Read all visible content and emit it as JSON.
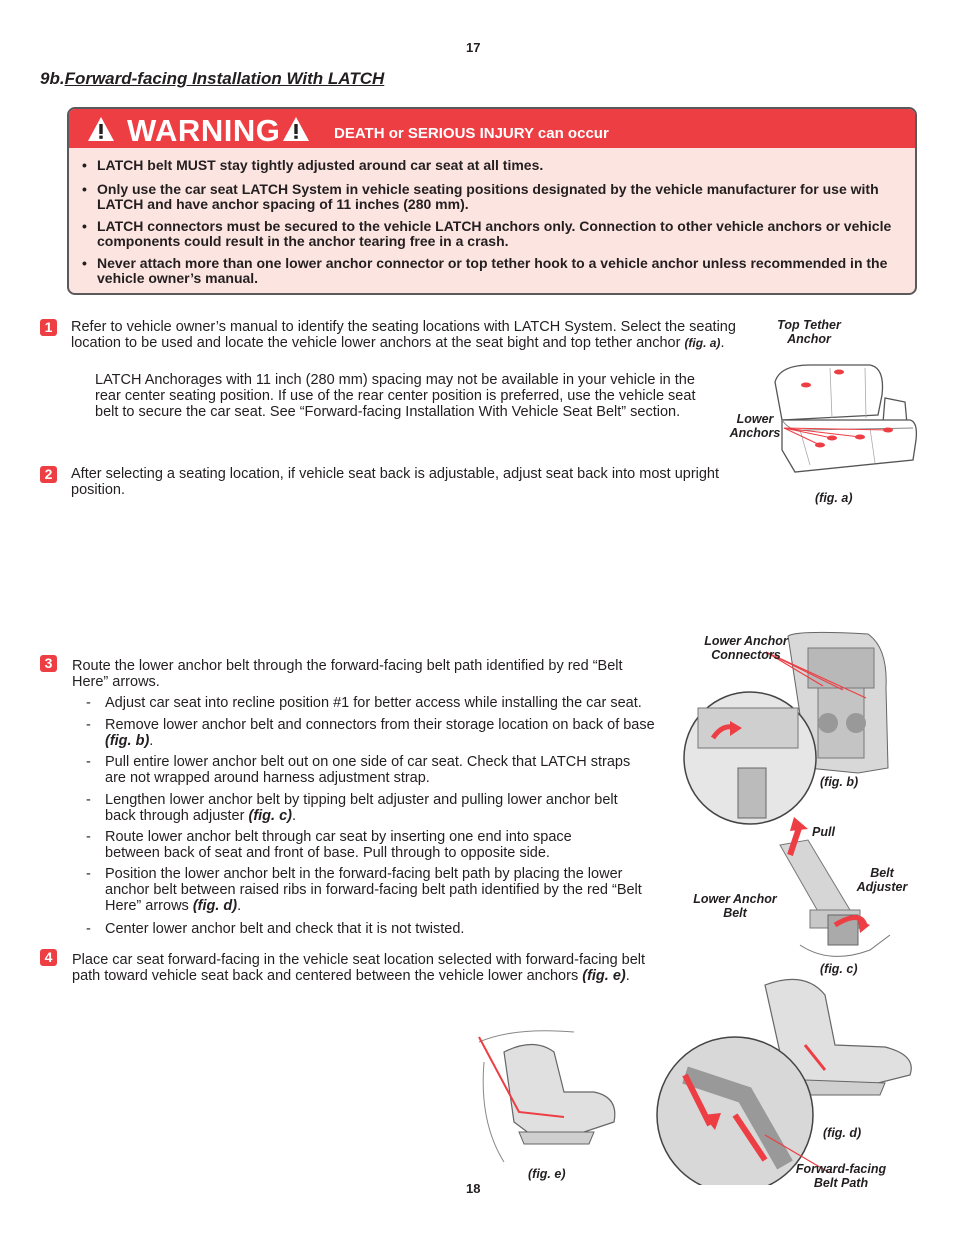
{
  "page_top_number": "17",
  "page_bottom_number": "18",
  "section": {
    "prefix": "9b.",
    "title": "Forward-facing Installation With LATCH"
  },
  "warning": {
    "word": "WARNING",
    "subtitle": "DEATH or SERIOUS INJURY can occur",
    "bullets": [
      "LATCH belt MUST stay tightly adjusted around car seat at all times.",
      "Only use the car seat LATCH System in vehicle seating positions designated by the vehicle manufacturer for use with LATCH and have anchor spacing of 11 inches (280 mm).",
      "LATCH connectors must be secured to the vehicle LATCH anchors only. Connection to other vehicle anchors or vehicle components could result in the anchor tearing free in a crash.",
      "Never attach more than one lower anchor connector or top tether hook to a vehicle anchor unless recommended in the vehicle owner’s manual."
    ],
    "bullet_symbol": "•"
  },
  "steps": [
    {
      "number": "1",
      "text": "Refer to vehicle owner’s manual to identify the seating locations with LATCH System. Select the seating location to be used and locate the vehicle lower anchors at the seat bight and top tether anchor",
      "ref": "(fig. a)",
      "note": "LATCH Anchorages with 11 inch (280 mm) spacing may not be available in your vehicle in the rear center seating position. If use of the rear center position is preferred, use the vehicle seat belt to secure the car seat. See “Forward-facing Installation With Vehicle Seat Belt” section."
    },
    {
      "number": "2",
      "text": "After selecting a seating location, if vehicle seat back is adjustable, adjust seat back into most upright position."
    },
    {
      "number": "3",
      "text": "Route the lower anchor belt through the forward-facing belt path identified by red “Belt Here” arrows.",
      "subs": [
        {
          "text": "Adjust car seat into recline position #1 for better access while installing the car seat.",
          "ref": ""
        },
        {
          "text": "Remove lower anchor belt and connectors from their storage location on back of base",
          "ref": "(fig. b)"
        },
        {
          "text": "Pull entire lower anchor belt out on one side of car seat. Check that LATCH straps are not wrapped around harness adjustment strap.",
          "ref": ""
        },
        {
          "text": "Lengthen lower anchor belt by tipping belt adjuster and pulling lower anchor belt back through adjuster",
          "ref": "(fig. c)"
        },
        {
          "text": "Route lower anchor belt through car seat by inserting one end into space between back of seat and front of base. Pull through to opposite side.",
          "ref": ""
        },
        {
          "text": "Position the lower anchor belt in the forward-facing belt path by placing the lower anchor belt between raised ribs in forward-facing belt path identified by the red “Belt Here” arrows",
          "ref": "(fig. d)"
        },
        {
          "text": "Center lower anchor belt and check that it is not twisted.",
          "ref": ""
        }
      ],
      "dash_symbol": "-"
    },
    {
      "number": "4",
      "text": "Place car seat forward-facing in the vehicle seat location selected with forward-facing belt path toward vehicle seat back and centered between the vehicle lower anchors",
      "ref": "(fig. e)"
    }
  ],
  "figures": {
    "a": {
      "caption": "(fig. a)",
      "labels": {
        "top_tether": "Top Tether Anchor",
        "lower": "Lower Anchors"
      }
    },
    "b": {
      "caption": "(fig. b)",
      "labels": {
        "connectors": "Lower Anchor Connectors"
      }
    },
    "c": {
      "caption": "(fig. c)",
      "labels": {
        "pull": "Pull",
        "adjuster": "Belt Adjuster",
        "belt": "Lower Anchor Belt"
      }
    },
    "d": {
      "caption": "(fig. d)",
      "labels": {
        "path": "Forward-facing Belt Path"
      }
    },
    "e": {
      "caption": "(fig. e)"
    }
  },
  "colors": {
    "accent_red": "#ed3e44",
    "warning_bg": "#fce4e0",
    "border_gray": "#5a5a5c"
  }
}
